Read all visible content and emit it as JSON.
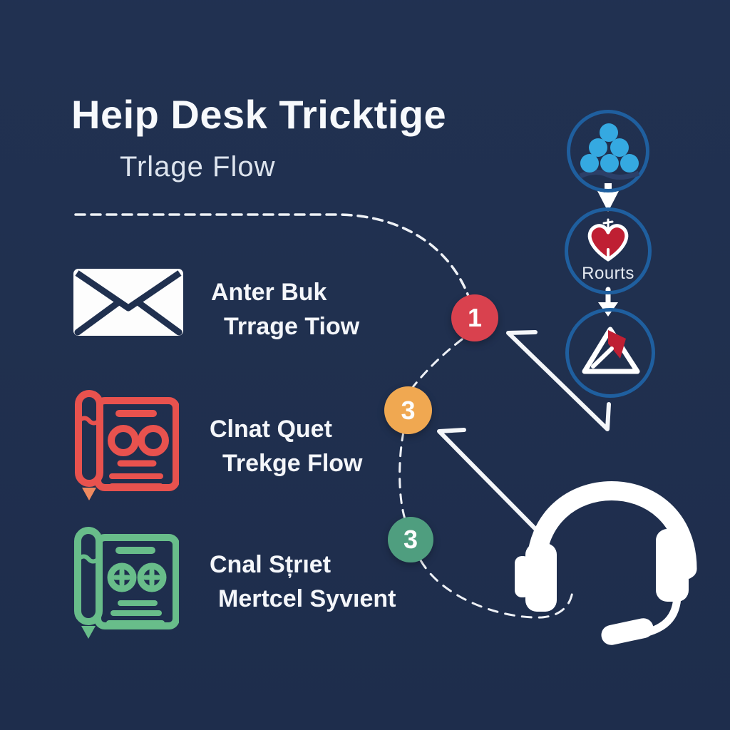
{
  "header": {
    "title": "Heip Desk Tricktige",
    "subtitle": "Trlage Flow"
  },
  "channels": [
    {
      "icon": "envelope-icon",
      "line1": "Anter Buk",
      "line2": "Trrage Tiow"
    },
    {
      "icon": "clipboard-pen-red-icon",
      "line1": "Clnat Quet",
      "line2": "Trekge Flow"
    },
    {
      "icon": "clipboard-pen-green-icon",
      "line1": "Cnal Sțrıet",
      "line2": "Mertcel Syvıent"
    }
  ],
  "steps": [
    {
      "number": "1",
      "color": "#d9414e"
    },
    {
      "number": "3",
      "color": "#f0a851"
    },
    {
      "number": "3",
      "color": "#4f9e7f"
    }
  ],
  "flow": {
    "node1": {
      "icon": "team-dots-icon"
    },
    "node2": {
      "icon": "heart-icon",
      "label": "Rourts"
    },
    "node3": {
      "icon": "triangle-flag-icon"
    }
  },
  "colors": {
    "background": "#20304f",
    "ring_blue": "#1f5f9f",
    "dot_blue": "#35a9e1",
    "step_red": "#d9414e",
    "step_orange": "#f0a851",
    "step_teal": "#4f9e7f",
    "icon_red": "#e8524e",
    "icon_red_tip": "#ef8a5f",
    "icon_green": "#68bd8a",
    "heart_red": "#bf1f33",
    "line_white": "#f2f5f9"
  }
}
